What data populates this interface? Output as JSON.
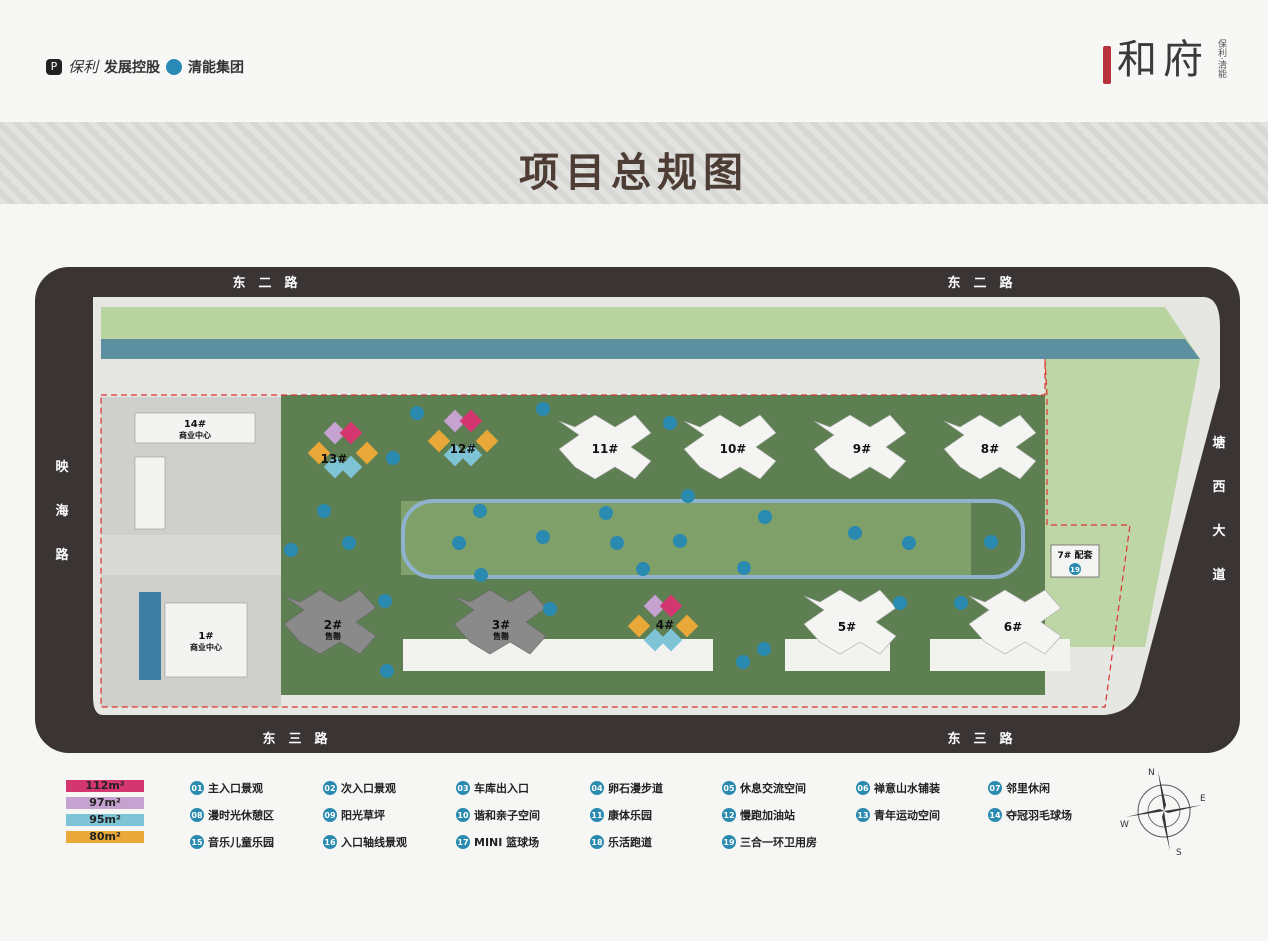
{
  "header": {
    "brand_primary": "保利",
    "brand_primary_suffix": "发展控股",
    "brand_secondary": "清能集团",
    "project_name": "和府",
    "project_sub": "保利·清能",
    "title": "项目总规图"
  },
  "roads": {
    "north_left": "东　二　路",
    "north_right": "东　二　路",
    "south_left": "东　三　路",
    "south_right": "东　三　路",
    "west": [
      "映",
      "海",
      "路"
    ],
    "east": [
      "塘",
      "西",
      "大",
      "道"
    ]
  },
  "buildings": [
    {
      "label": "14#",
      "sub": "商业中心"
    },
    {
      "label": "1#",
      "sub": "商业中心"
    },
    {
      "label": "13#",
      "sub": ""
    },
    {
      "label": "12#",
      "sub": ""
    },
    {
      "label": "11#",
      "sub": ""
    },
    {
      "label": "10#",
      "sub": ""
    },
    {
      "label": "9#",
      "sub": ""
    },
    {
      "label": "8#",
      "sub": ""
    },
    {
      "label": "2#",
      "sub": "售罄"
    },
    {
      "label": "3#",
      "sub": "售罄"
    },
    {
      "label": "4#",
      "sub": ""
    },
    {
      "label": "5#",
      "sub": ""
    },
    {
      "label": "6#",
      "sub": ""
    },
    {
      "label": "7# 配套",
      "sub": "19"
    }
  ],
  "legend": {
    "unit_types": [
      {
        "label": "112m²",
        "color": "#d4366f"
      },
      {
        "label": "97m²",
        "color": "#c5a2d0"
      },
      {
        "label": "95m²",
        "color": "#7ec3d6"
      },
      {
        "label": "80m²",
        "color": "#e9a838"
      }
    ],
    "items": [
      {
        "num": "01",
        "label": "主入口景观"
      },
      {
        "num": "02",
        "label": "次入口景观"
      },
      {
        "num": "03",
        "label": "车库出入口"
      },
      {
        "num": "04",
        "label": "卵石漫步道"
      },
      {
        "num": "05",
        "label": "休息交流空间"
      },
      {
        "num": "06",
        "label": "禅意山水铺装"
      },
      {
        "num": "07",
        "label": "邻里休闲"
      },
      {
        "num": "08",
        "label": "漫时光休憩区"
      },
      {
        "num": "09",
        "label": "阳光草坪"
      },
      {
        "num": "10",
        "label": "谐和亲子空间"
      },
      {
        "num": "11",
        "label": "康体乐园"
      },
      {
        "num": "12",
        "label": "慢跑加油站"
      },
      {
        "num": "13",
        "label": "青年运动空间"
      },
      {
        "num": "14",
        "label": "夺冠羽毛球场"
      },
      {
        "num": "15",
        "label": "音乐儿童乐园"
      },
      {
        "num": "16",
        "label": "入口轴线景观"
      },
      {
        "num": "17",
        "label": "MINI 篮球场"
      },
      {
        "num": "18",
        "label": "乐活跑道"
      },
      {
        "num": "19",
        "label": "三合一环卫用房"
      }
    ]
  },
  "compass": {
    "n": "N",
    "e": "E",
    "s": "S",
    "w": "W"
  },
  "colors": {
    "road": "#3a3434",
    "water": "#5c8fa0",
    "grass": "#b8d3a0",
    "garden": "#4f6f48"
  }
}
